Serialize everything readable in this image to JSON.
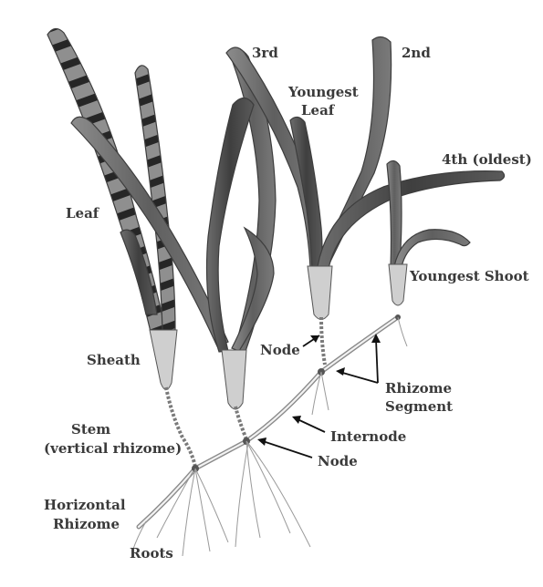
{
  "labels": {
    "third": "3rd",
    "second": "2nd",
    "youngest_leaf_line1": "Youngest",
    "youngest_leaf_line2": "Leaf",
    "fourth_oldest": "4th (oldest)",
    "leaf": "Leaf",
    "youngest_shoot": "Youngest Shoot",
    "sheath": "Sheath",
    "node_upper": "Node",
    "rhizome_segment_line1": "Rhizome",
    "rhizome_segment_line2": "Segment",
    "stem_line1": "Stem",
    "stem_line2": "(vertical rhizome)",
    "internode": "Internode",
    "node_lower": "Node",
    "horizontal_rhizome_line1": "Horizontal",
    "horizontal_rhizome_line2": "Rhizome",
    "roots": "Roots"
  },
  "colors": {
    "leaf_dark": "#4a4a4a",
    "leaf_mid": "#6e6e6e",
    "leaf_light": "#9a9a9a",
    "band": "#1f1f1f",
    "label": "#3a3a3a"
  }
}
